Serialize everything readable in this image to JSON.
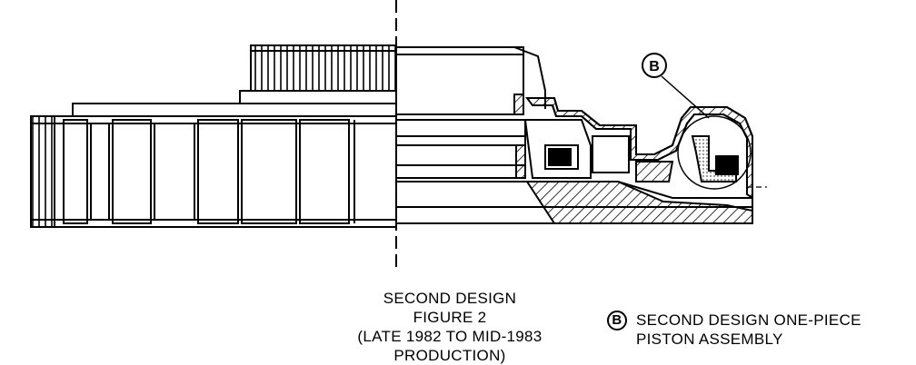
{
  "callout": {
    "letter": "B"
  },
  "caption": {
    "line1": "SECOND DESIGN",
    "line2": "FIGURE 2",
    "line3": "(LATE 1982 TO MID-1983 PRODUCTION)"
  },
  "legend": {
    "letter": "B",
    "line1": "SECOND DESIGN ONE-PIECE",
    "line2": "PISTON ASSEMBLY"
  }
}
